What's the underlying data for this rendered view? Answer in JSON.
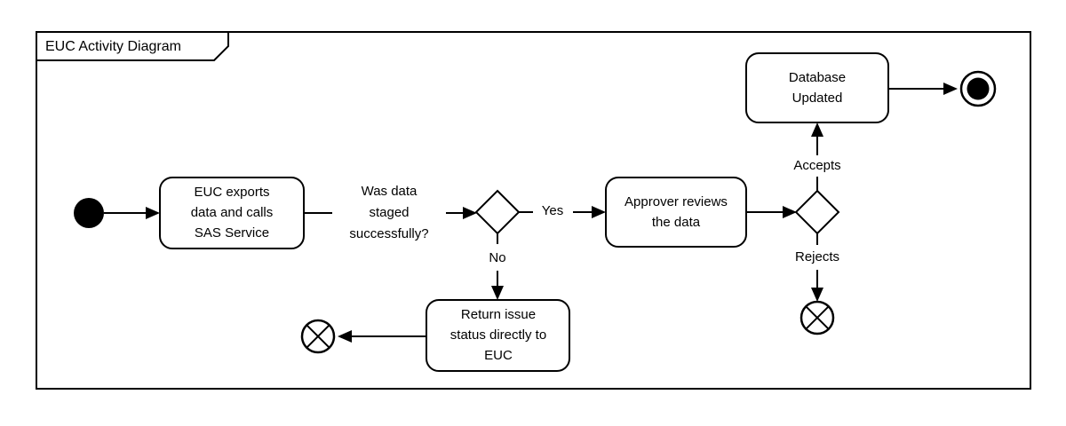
{
  "frame": {
    "title": "EUC Activity Diagram",
    "border_color": "#000000",
    "background_color": "#ffffff"
  },
  "diagram": {
    "type": "uml-activity-diagram",
    "stroke_color": "#000000",
    "fill_color": "#ffffff",
    "nodes": [
      {
        "id": "start",
        "kind": "initial-node",
        "label": ""
      },
      {
        "id": "act_export",
        "kind": "action",
        "label_lines": [
          "EUC exports",
          "data and calls",
          "SAS Service"
        ]
      },
      {
        "id": "dec_staged",
        "kind": "decision",
        "label_lines": [
          "Was data",
          "staged",
          "successfully?"
        ]
      },
      {
        "id": "act_review",
        "kind": "action",
        "label_lines": [
          "Approver reviews",
          "the data"
        ]
      },
      {
        "id": "dec_approval",
        "kind": "decision",
        "label_lines": []
      },
      {
        "id": "act_db",
        "kind": "action",
        "label_lines": [
          "Database",
          "Updated"
        ]
      },
      {
        "id": "final",
        "kind": "activity-final-node",
        "label": ""
      },
      {
        "id": "act_return",
        "kind": "action",
        "label_lines": [
          "Return issue",
          "status directly to",
          "EUC"
        ]
      },
      {
        "id": "flow_final_left",
        "kind": "flow-final-node",
        "label": ""
      },
      {
        "id": "flow_final_right",
        "kind": "flow-final-node",
        "label": ""
      }
    ],
    "edges": [
      {
        "from": "start",
        "to": "act_export",
        "label": ""
      },
      {
        "from": "act_export",
        "to": "dec_staged",
        "label": ""
      },
      {
        "from": "dec_staged",
        "to": "act_review",
        "label": "Yes"
      },
      {
        "from": "dec_staged",
        "to": "act_return",
        "label": "No"
      },
      {
        "from": "act_review",
        "to": "dec_approval",
        "label": ""
      },
      {
        "from": "dec_approval",
        "to": "act_db",
        "label": "Accepts"
      },
      {
        "from": "dec_approval",
        "to": "flow_final_right",
        "label": "Rejects"
      },
      {
        "from": "act_db",
        "to": "final",
        "label": ""
      },
      {
        "from": "act_return",
        "to": "flow_final_left",
        "label": ""
      }
    ]
  },
  "labels": {
    "act_export_l1": "EUC exports",
    "act_export_l2": "data and calls",
    "act_export_l3": "SAS Service",
    "dec_staged_l1": "Was data",
    "dec_staged_l2": "staged",
    "dec_staged_l3": "successfully?",
    "yes": "Yes",
    "no": "No",
    "act_review_l1": "Approver reviews",
    "act_review_l2": "the data",
    "accepts": "Accepts",
    "rejects": "Rejects",
    "act_db_l1": "Database",
    "act_db_l2": "Updated",
    "act_return_l1": "Return issue",
    "act_return_l2": "status directly to",
    "act_return_l3": "EUC"
  }
}
